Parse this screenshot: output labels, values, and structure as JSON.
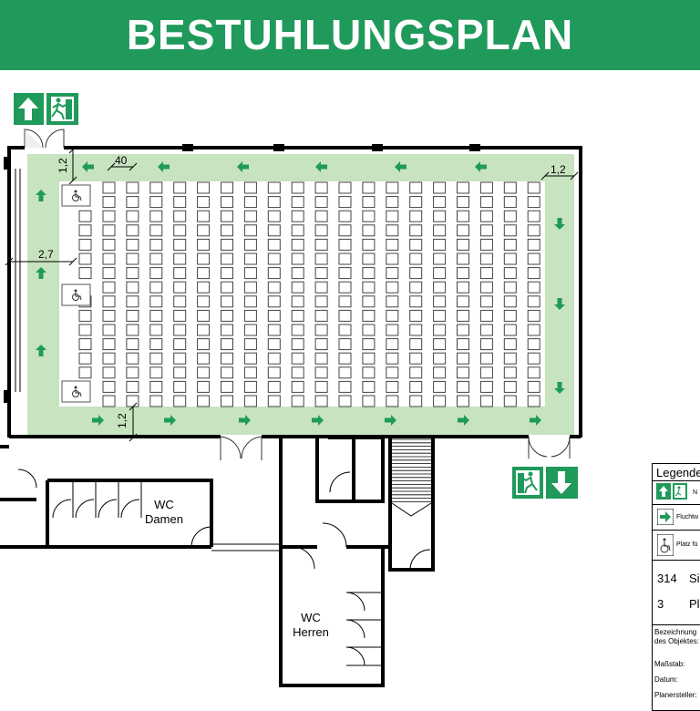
{
  "header": {
    "title": "BESTUHLUNGSPLAN"
  },
  "rooms": {
    "wc_damen_line1": "WC",
    "wc_damen_line2": "Damen",
    "wc_herren_line1": "WC",
    "wc_herren_line2": "Herren"
  },
  "dimensions": {
    "top_left_gap": "1,2",
    "chair_width": "40",
    "right_gap": "1,2",
    "left_aisle": "2,7",
    "bottom_gap": "1,2"
  },
  "seating": {
    "columns": 19,
    "rows": 16,
    "wheelchair_rows": 3
  },
  "legend": {
    "title": "Legende",
    "row1_text": "N",
    "row2_text": "Fluchtw",
    "row3_text": "Platz fü",
    "count1_value": "314",
    "count1_text": "Si",
    "count2_value": "3",
    "count2_text": "Pl",
    "label_bezeichnung": "Bezeichnung",
    "label_objekt": "des Objektes:",
    "label_massstab": "Maßstab:",
    "label_datum": "Datum:",
    "label_planersteller": "Planersteller:"
  },
  "colors": {
    "brand_green": "#1f9a5b",
    "aisle_green": "#c8e3c0",
    "arrow_green": "#1f9a5b"
  },
  "icons": [
    "exit-arrow-up-icon",
    "running-man-exit-icon",
    "exit-arrow-down-icon",
    "wheelchair-icon",
    "escape-arrow-icon"
  ]
}
